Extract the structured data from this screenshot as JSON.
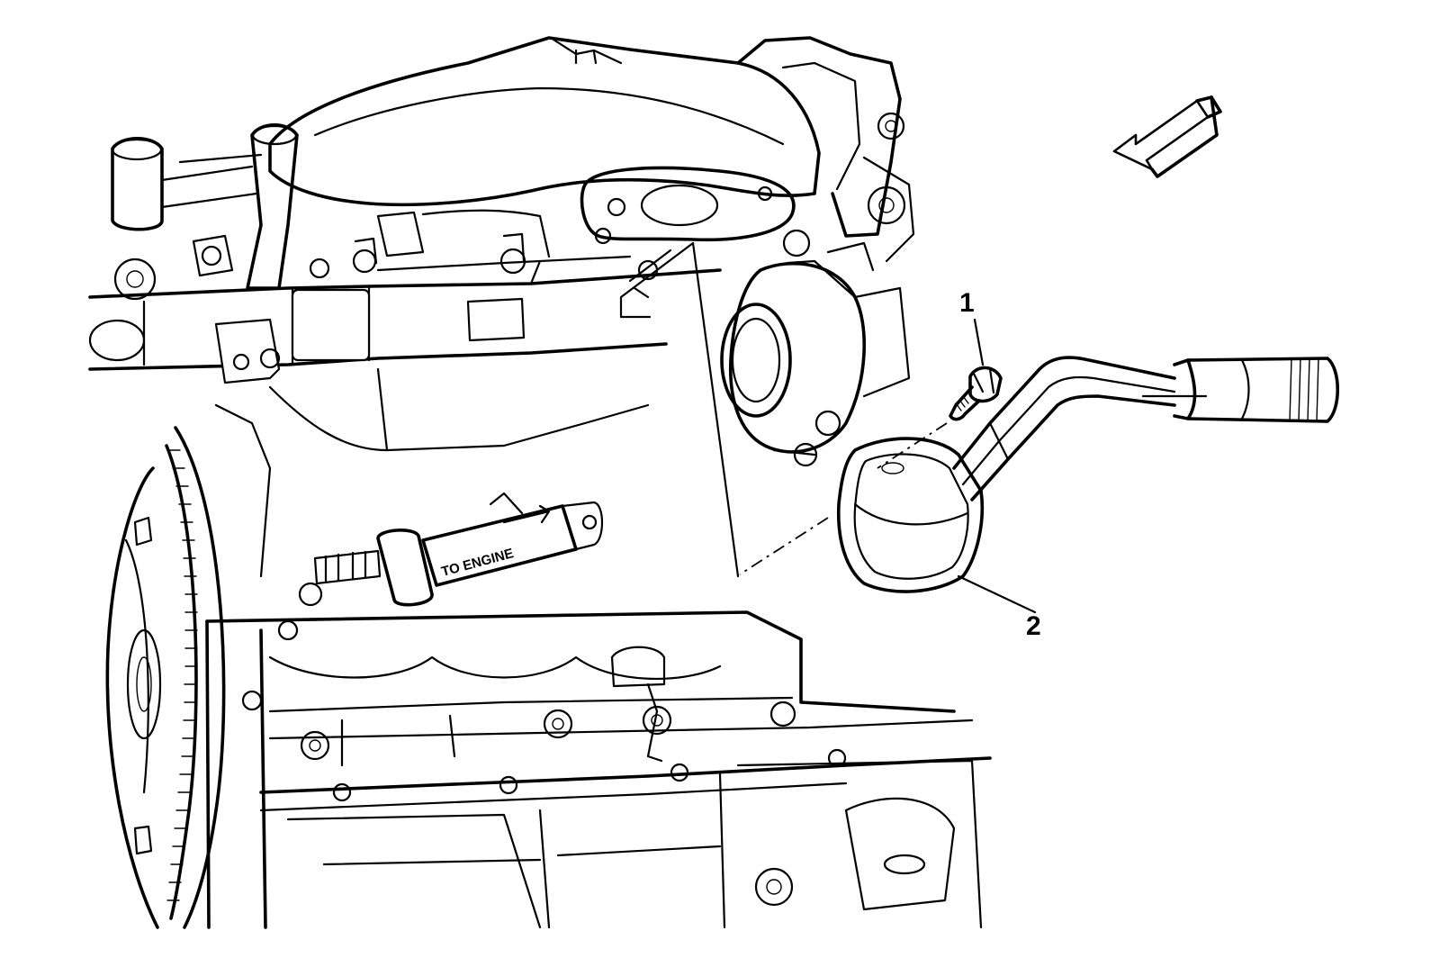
{
  "diagram": {
    "callouts": [
      {
        "id": "1",
        "label": "1"
      },
      {
        "id": "2",
        "label": "2"
      }
    ],
    "part_stamp": "TO ENGINE",
    "direction_indicator": "front-of-vehicle-arrow",
    "line_color": "#000000",
    "background_color": "#ffffff"
  }
}
